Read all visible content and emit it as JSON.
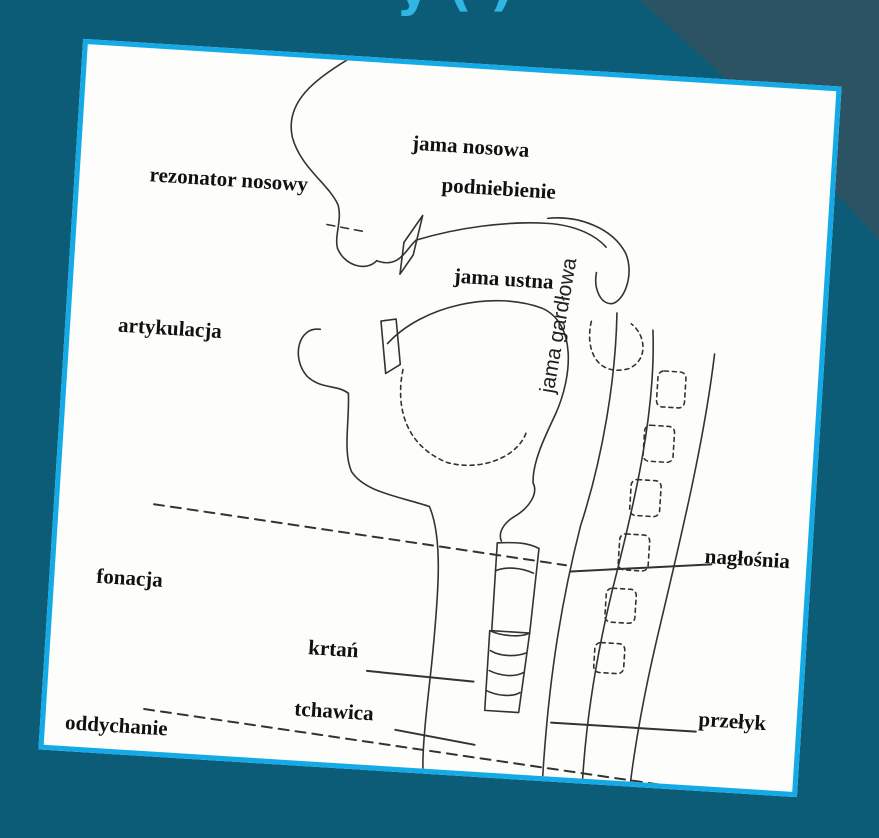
{
  "slide": {
    "title": "y (      )",
    "colors": {
      "background": "#0d5c77",
      "title": "#2fb6e4",
      "border": "#14aae6",
      "card": "#fdfdfb",
      "ink": "#222222"
    }
  },
  "labels": {
    "nasal_cavity": "jama nosowa",
    "palate": "podniebienie",
    "nasal_resonator": "rezonator nosowy",
    "oral_cavity": "jama ustna",
    "articulation": "artykulacja",
    "pharynx": "jama gardłowa",
    "epiglottis": "nagłośnia",
    "phonation": "fonacja",
    "larynx": "krtań",
    "esophagus": "przełyk",
    "trachea": "tchawica",
    "breathing": "oddychanie"
  }
}
